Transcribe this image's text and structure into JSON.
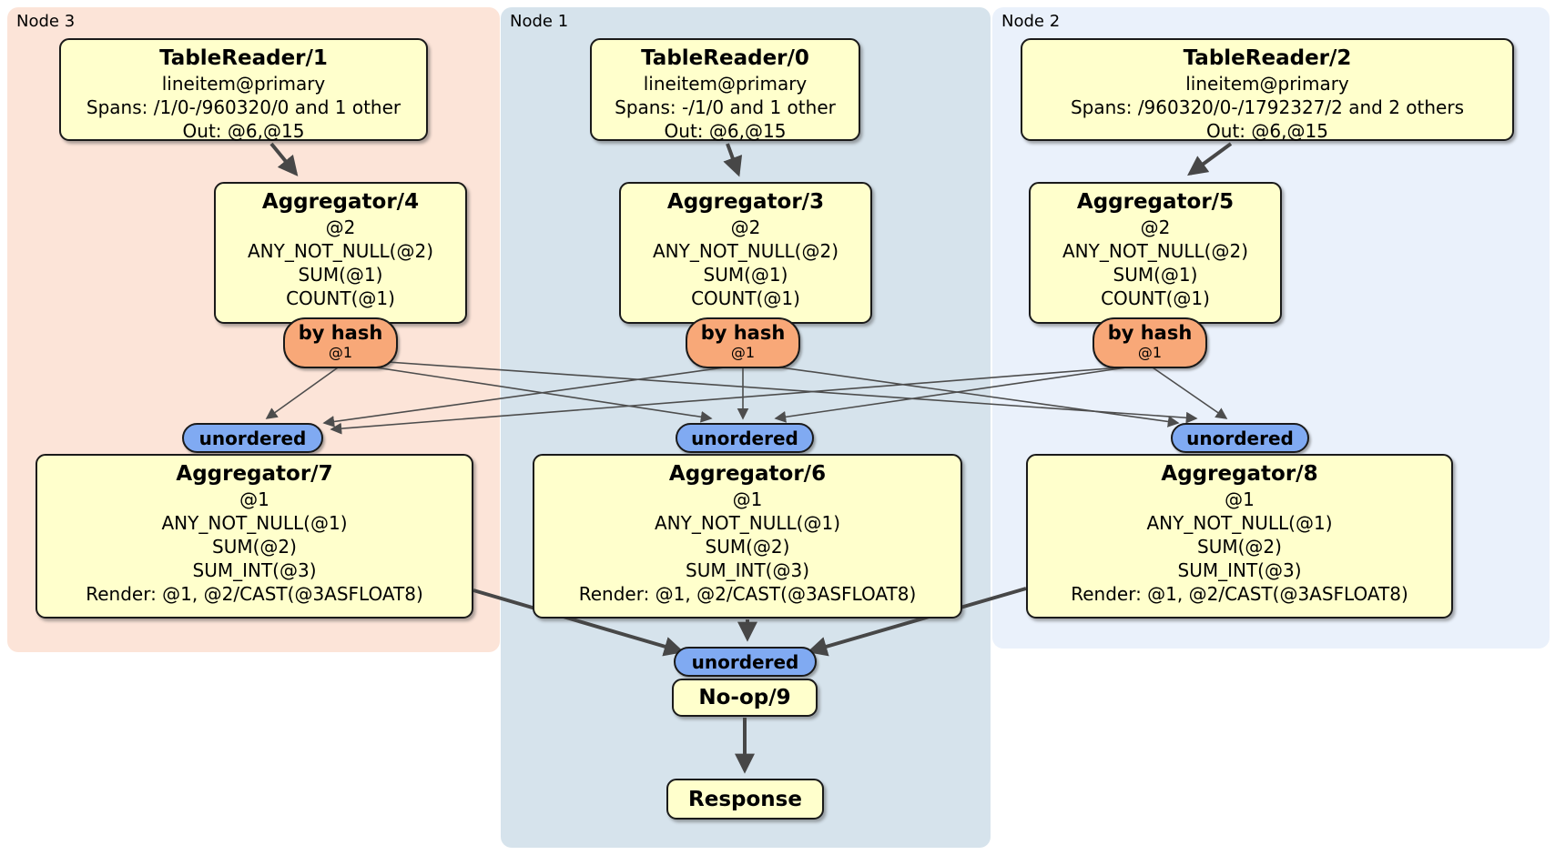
{
  "regions": {
    "node3": {
      "label": "Node 3"
    },
    "node1": {
      "label": "Node 1"
    },
    "node2": {
      "label": "Node 2"
    }
  },
  "boxes": {
    "tr1": {
      "title": "TableReader/1",
      "lines": [
        "lineitem@primary",
        "Spans: /1/0-/960320/0 and 1 other",
        "Out: @6,@15"
      ]
    },
    "tr0": {
      "title": "TableReader/0",
      "lines": [
        "lineitem@primary",
        "Spans: -/1/0 and 1 other",
        "Out: @6,@15"
      ]
    },
    "tr2": {
      "title": "TableReader/2",
      "lines": [
        "lineitem@primary",
        "Spans: /960320/0-/1792327/2 and 2 others",
        "Out: @6,@15"
      ]
    },
    "agg4": {
      "title": "Aggregator/4",
      "lines": [
        "@2",
        "ANY_NOT_NULL(@2)",
        "SUM(@1)",
        "COUNT(@1)"
      ]
    },
    "agg3": {
      "title": "Aggregator/3",
      "lines": [
        "@2",
        "ANY_NOT_NULL(@2)",
        "SUM(@1)",
        "COUNT(@1)"
      ]
    },
    "agg5": {
      "title": "Aggregator/5",
      "lines": [
        "@2",
        "ANY_NOT_NULL(@2)",
        "SUM(@1)",
        "COUNT(@1)"
      ]
    },
    "agg7": {
      "title": "Aggregator/7",
      "lines": [
        "@1",
        "ANY_NOT_NULL(@1)",
        "SUM(@2)",
        "SUM_INT(@3)",
        "Render: @1, @2/CAST(@3ASFLOAT8)"
      ]
    },
    "agg6": {
      "title": "Aggregator/6",
      "lines": [
        "@1",
        "ANY_NOT_NULL(@1)",
        "SUM(@2)",
        "SUM_INT(@3)",
        "Render: @1, @2/CAST(@3ASFLOAT8)"
      ]
    },
    "agg8": {
      "title": "Aggregator/8",
      "lines": [
        "@1",
        "ANY_NOT_NULL(@1)",
        "SUM(@2)",
        "SUM_INT(@3)",
        "Render: @1, @2/CAST(@3ASFLOAT8)"
      ]
    },
    "noop": {
      "title": "No-op/9"
    },
    "response": {
      "title": "Response"
    }
  },
  "labels": {
    "by_hash": "by hash",
    "by_hash_key": "@1",
    "unordered": "unordered"
  },
  "colors": {
    "node3_bg": "#fce4d8",
    "node1_bg": "#d6e3ec",
    "node2_bg": "#eaf1fb",
    "node_fill": "#ffffcc",
    "hash_router_fill": "#f8a878",
    "sync_fill": "#80aaf2",
    "edge": "#474747"
  }
}
